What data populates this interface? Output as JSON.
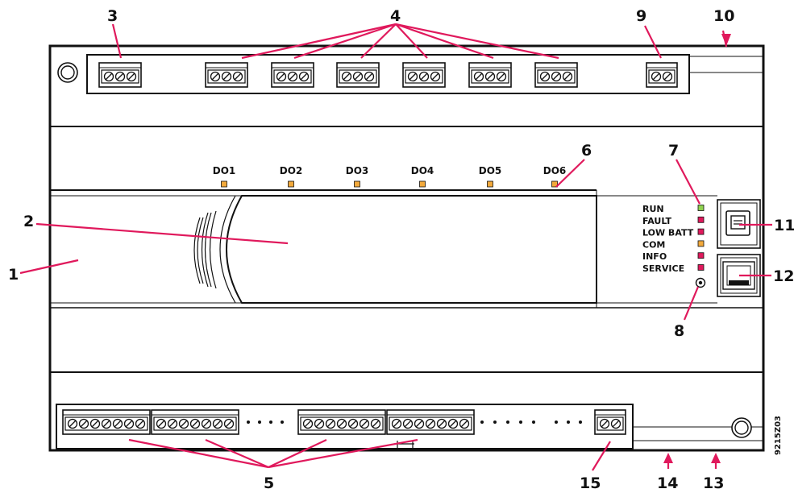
{
  "callouts": {
    "c1": "1",
    "c2": "2",
    "c3": "3",
    "c4": "4",
    "c5": "5",
    "c6": "6",
    "c7": "7",
    "c8": "8",
    "c9": "9",
    "c10": "10",
    "c11": "11",
    "c12": "12",
    "c13": "13",
    "c14": "14",
    "c15": "15"
  },
  "outputs": [
    "DO1",
    "DO2",
    "DO3",
    "DO4",
    "DO5",
    "DO6"
  ],
  "status_leds": [
    {
      "label": "RUN",
      "color": "#8fd14f"
    },
    {
      "label": "FAULT",
      "color": "#e0195c"
    },
    {
      "label": "LOW BATT",
      "color": "#e0195c"
    },
    {
      "label": "COM",
      "color": "#f2a93b"
    },
    {
      "label": "INFO",
      "color": "#e0195c"
    },
    {
      "label": "SERVICE",
      "color": "#e0195c"
    }
  ],
  "doc_id": "9215Z03",
  "colors": {
    "leader": "#e0195c",
    "do_led": "#f2a93b",
    "outline": "#111111"
  }
}
